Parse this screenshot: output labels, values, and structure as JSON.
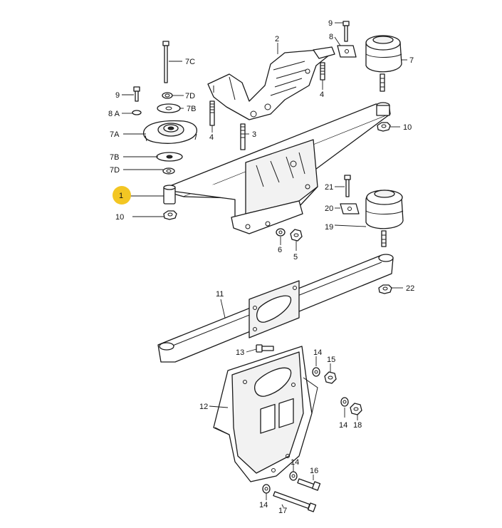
{
  "highlight_color": "#f3c623",
  "callouts": {
    "c1": "1",
    "c2": "2",
    "c3": "3",
    "c4a": "4",
    "c4b": "4",
    "c5": "5",
    "c6": "6",
    "c7": "7",
    "c7a": "7A",
    "c7b": "7B",
    "c7b2": "7B",
    "c7c": "7C",
    "c7d": "7D",
    "c7d2": "7D",
    "c8": "8",
    "c8a": "8 A",
    "c9a": "9",
    "c9b": "9",
    "c10a": "10",
    "c10b": "10",
    "c11": "11",
    "c12": "12",
    "c13": "13",
    "c14a": "14",
    "c14b": "14",
    "c14c": "14",
    "c14d": "14",
    "c15": "15",
    "c16": "16",
    "c17": "17",
    "c18": "18",
    "c19": "19",
    "c20": "20",
    "c21": "21",
    "c22": "22"
  }
}
